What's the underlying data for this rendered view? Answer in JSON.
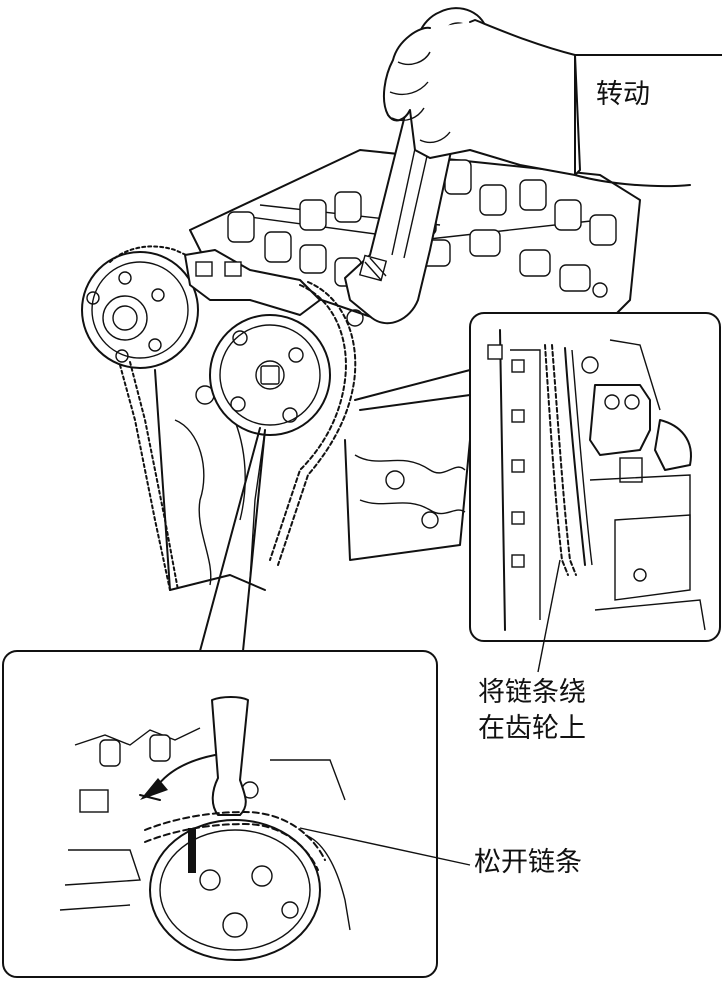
{
  "labels": {
    "rotate": "转动",
    "wrap_chain_line1": "将链条绕",
    "wrap_chain_line2": "在齿轮上",
    "loosen_chain": "松开链条"
  },
  "colors": {
    "line": "#111111",
    "background": "#ffffff"
  }
}
